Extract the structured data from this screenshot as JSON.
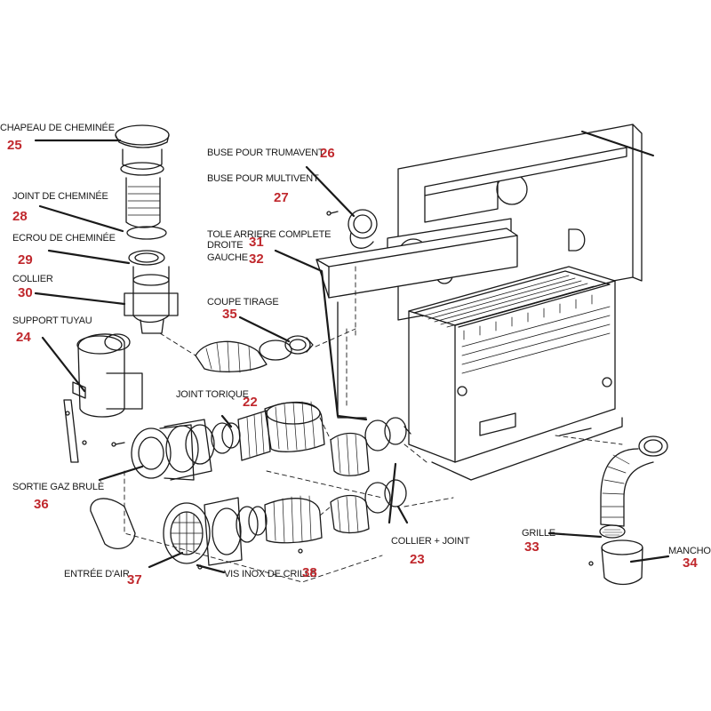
{
  "parts": [
    {
      "key": "p25",
      "label": "CHAPEAU DE CHEMINÉE",
      "number": "25"
    },
    {
      "key": "p26",
      "label": "BUSE POUR TRUMAVENT",
      "number": "26"
    },
    {
      "key": "p27",
      "label": "BUSE POUR MULTIVENT",
      "number": "27"
    },
    {
      "key": "p28",
      "label": "JOINT DE CHEMINÉE",
      "number": "28"
    },
    {
      "key": "p29",
      "label": "ECROU DE CHEMINÉE",
      "number": "29"
    },
    {
      "key": "p30",
      "label": "COLLIER",
      "number": "30"
    },
    {
      "key": "p24",
      "label": "SUPPORT TUYAU",
      "number": "24"
    },
    {
      "key": "p31",
      "label": "TOLE ARRIERE COMPLETE",
      "label2": "DROITE",
      "number": "31"
    },
    {
      "key": "p32",
      "label": "GAUCHE",
      "number": "32"
    },
    {
      "key": "p35",
      "label": "COUPE TIRAGE",
      "number": "35"
    },
    {
      "key": "p22",
      "label": "JOINT TORIQUE",
      "number": "22"
    },
    {
      "key": "p36",
      "label": "SORTIE GAZ BRULÈ",
      "number": "36"
    },
    {
      "key": "p23",
      "label": "COLLIER + JOINT",
      "number": "23"
    },
    {
      "key": "p33",
      "label": "GRILLE",
      "number": "33"
    },
    {
      "key": "p34",
      "label": "MANCHON",
      "number": "34"
    },
    {
      "key": "p37",
      "label": "ENTRÉE D'AIR",
      "number": "37"
    },
    {
      "key": "p38",
      "label": "VIS INOX DE CRILLE",
      "number": "38"
    }
  ],
  "colors": {
    "line": "#1a1a1a",
    "number": "#c0282d"
  }
}
